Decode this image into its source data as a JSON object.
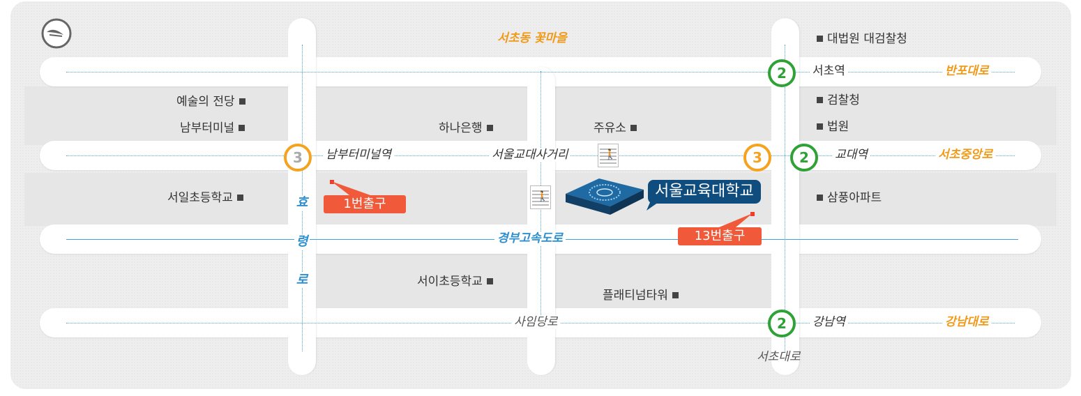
{
  "colors": {
    "line3": "#f5a21f",
    "line2": "#2fa236",
    "exit": "#f05a3a",
    "university": "#104d7f",
    "road_name_orange": "#f09a1a",
    "road_name_blue": "#2d8fcf"
  },
  "icons": {
    "compass": "compass-icon",
    "pedestrian": "pedestrian-crossing-icon",
    "building": "university-building-icon"
  },
  "areas": {
    "seocho_flower_village": "서초동 꽃마을"
  },
  "roads": {
    "banpo": "반포대로",
    "seocho_jungang": "서초중앙로",
    "gyeongbu": "경부고속도로",
    "gangnam": "강남대로",
    "saimdang": "사임당로",
    "seocho_daero": "서초대로",
    "hyoryeong": [
      "효",
      "령",
      "로"
    ]
  },
  "stations": {
    "seocho": {
      "line": "2",
      "name": "서초역"
    },
    "nambu": {
      "line": "3",
      "name": "남부터미널역"
    },
    "gyodae3": {
      "line": "3"
    },
    "gyodae2": {
      "line": "2",
      "name": "교대역"
    },
    "gangnam": {
      "line": "2",
      "name": "강남역"
    }
  },
  "intersection": "서울교대사거리",
  "university": "서울교육대학교",
  "exits": {
    "exit1": "1번출구",
    "exit13": "13번출구"
  },
  "landmarks": {
    "arts_center": "예술의 전당",
    "nambu_terminal": "남부터미널",
    "seoil_elementary": "서일초등학교",
    "hana_bank": "하나은행",
    "gas_station": "주유소",
    "seoi_elementary": "서이초등학교",
    "platinum_tower": "플래티넘타워",
    "supreme_court": "대법원 대검찰청",
    "prosecution": "검찰청",
    "court": "법원",
    "sampung_apt": "삼풍아파트"
  }
}
